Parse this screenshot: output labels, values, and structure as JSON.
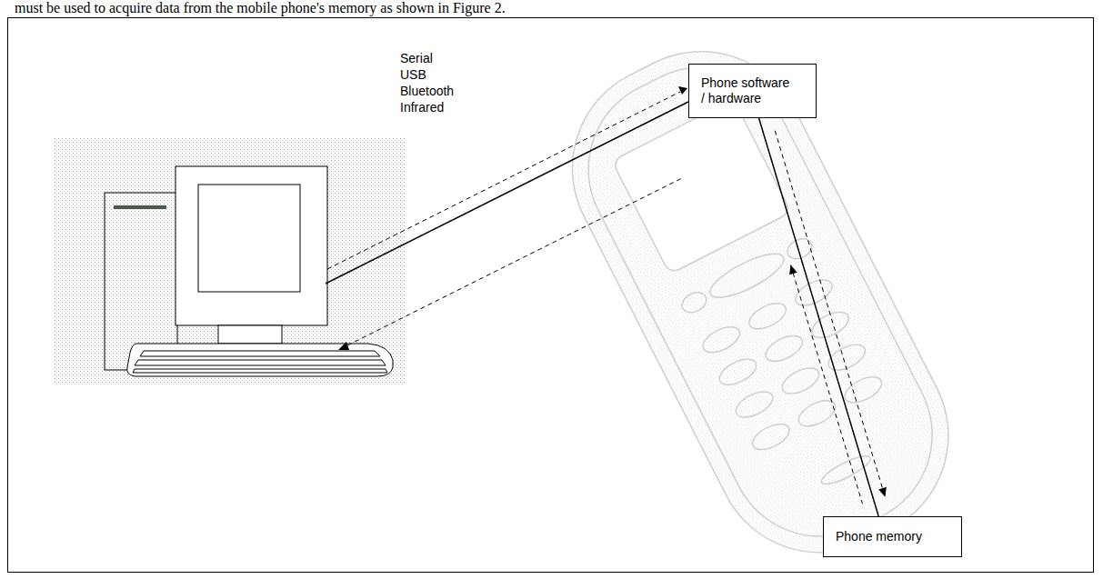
{
  "diagram": {
    "nodes": [
      {
        "text": [
          "Phone software / hardware"
        ]
      },
      {
        "text": [
          "Phone memory"
        ]
      }
    ],
    "edges": [
      {
        "from": 0,
        "to": 1,
        "arrow": "both"
      }
    ],
    "labels": [
      "must be used to acquire data from the mobile phone's memory as shown in Figure 2.",
      "Serial",
      "USB",
      "Bluetooth",
      "Infrared"
    ]
  }
}
